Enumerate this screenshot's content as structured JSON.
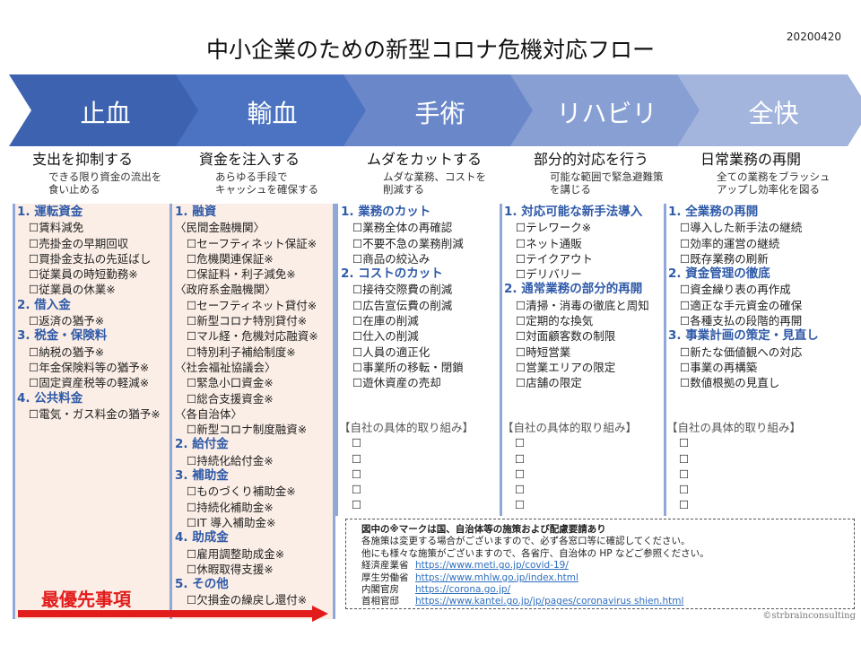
{
  "title": "中小企業のための新型コロナ危機対応フロー",
  "date": "20200420",
  "colors": {
    "chevrons": [
      "#3d63b0",
      "#4b73c1",
      "#6a88c9",
      "#879fd3",
      "#a3b4dd"
    ],
    "heading": "#2f5aa8",
    "priority": "#e21b1b"
  },
  "phases": [
    {
      "label": "止血",
      "title": "支出を抑制する",
      "subtitle": [
        "できる限り資金の流出を",
        "食い止める"
      ]
    },
    {
      "label": "輸血",
      "title": "資金を注入する",
      "subtitle": [
        "あらゆる手段で",
        "キャッシュを確保する"
      ]
    },
    {
      "label": "手術",
      "title": "ムダをカットする",
      "subtitle": [
        "ムダな業務、コストを",
        "削減する"
      ]
    },
    {
      "label": "リハビリ",
      "title": "部分的対応を行う",
      "subtitle": [
        "可能な範囲で緊急避難策",
        "を講じる"
      ]
    },
    {
      "label": "全快",
      "title": "日常業務の再開",
      "subtitle": [
        "全ての業務をブラッシュ",
        "アップし効率化を図る"
      ]
    }
  ],
  "columns": [
    [
      {
        "t": "h",
        "text": "1. 運転資金"
      },
      {
        "t": "i",
        "text": "☐賃料減免"
      },
      {
        "t": "i",
        "text": "☐売掛金の早期回収"
      },
      {
        "t": "i",
        "text": "☐買掛金支払の先延ばし"
      },
      {
        "t": "i",
        "text": "☐従業員の時短勤務※"
      },
      {
        "t": "i",
        "text": "☐従業員の休業※"
      },
      {
        "t": "h",
        "text": "2. 借入金"
      },
      {
        "t": "i",
        "text": "☐返済の猶予※"
      },
      {
        "t": "h",
        "text": "3. 税金・保険料"
      },
      {
        "t": "i",
        "text": "☐納税の猶予※"
      },
      {
        "t": "i",
        "text": "☐年金保険料等の猶予※"
      },
      {
        "t": "i",
        "text": "☐固定資産税等の軽減※"
      },
      {
        "t": "h",
        "text": "4. 公共料金"
      },
      {
        "t": "i",
        "text": "☐電気・ガス料金の猶予※"
      }
    ],
    [
      {
        "t": "h",
        "text": "1. 融資"
      },
      {
        "t": "g",
        "text": "〈民間金融機関〉"
      },
      {
        "t": "ii",
        "text": "☐セーフティネット保証※"
      },
      {
        "t": "ii",
        "text": "☐危機関連保証※"
      },
      {
        "t": "ii",
        "text": "☐保証料・利子減免※"
      },
      {
        "t": "g",
        "text": "〈政府系金融機関〉"
      },
      {
        "t": "ii",
        "text": "☐セーフティネット貸付※"
      },
      {
        "t": "ii",
        "text": "☐新型コロナ特別貸付※"
      },
      {
        "t": "ii",
        "text": "☐マル経・危機対応融資※"
      },
      {
        "t": "ii",
        "text": "☐特別利子補給制度※"
      },
      {
        "t": "g",
        "text": "〈社会福祉協議会〉"
      },
      {
        "t": "ii",
        "text": "☐緊急小口資金※"
      },
      {
        "t": "ii",
        "text": "☐総合支援資金※"
      },
      {
        "t": "g",
        "text": "〈各自治体〉"
      },
      {
        "t": "ii",
        "text": "☐新型コロナ制度融資※"
      },
      {
        "t": "h",
        "text": "2. 給付金"
      },
      {
        "t": "ii",
        "text": "☐持続化給付金※"
      },
      {
        "t": "h",
        "text": "3. 補助金"
      },
      {
        "t": "i",
        "text": "☐ものづくり補助金※"
      },
      {
        "t": "i",
        "text": "☐持続化補助金※"
      },
      {
        "t": "i",
        "text": "☐IT 導入補助金※"
      },
      {
        "t": "h",
        "text": "4. 助成金"
      },
      {
        "t": "i",
        "text": "☐雇用調整助成金※"
      },
      {
        "t": "i",
        "text": "☐休暇取得支援※"
      },
      {
        "t": "h",
        "text": "5. その他"
      },
      {
        "t": "i",
        "text": "☐欠損金の繰戻し還付※"
      }
    ],
    [
      {
        "t": "h",
        "text": "1. 業務のカット"
      },
      {
        "t": "i",
        "text": "☐業務全体の再確認"
      },
      {
        "t": "i",
        "text": "☐不要不急の業務削減"
      },
      {
        "t": "i",
        "text": "☐商品の絞込み"
      },
      {
        "t": "h",
        "text": "2. コストのカット"
      },
      {
        "t": "i",
        "text": "☐接待交際費の削減"
      },
      {
        "t": "i",
        "text": "☐広告宣伝費の削減"
      },
      {
        "t": "i",
        "text": "☐在庫の削減"
      },
      {
        "t": "i",
        "text": "☐仕入の削減"
      },
      {
        "t": "i",
        "text": "☐人員の適正化"
      },
      {
        "t": "i",
        "text": "☐事業所の移転・閉鎖"
      },
      {
        "t": "i",
        "text": "☐遊休資産の売却"
      }
    ],
    [
      {
        "t": "h",
        "text": "1. 対応可能な新手法導入"
      },
      {
        "t": "i",
        "text": "☐テレワーク※"
      },
      {
        "t": "i",
        "text": "☐ネット通販"
      },
      {
        "t": "i",
        "text": "☐テイクアウト"
      },
      {
        "t": "i",
        "text": "☐デリバリー"
      },
      {
        "t": "h",
        "text": "2. 通常業務の部分的再開"
      },
      {
        "t": "i",
        "text": "☐清掃・消毒の徹底と周知"
      },
      {
        "t": "i",
        "text": "☐定期的な換気"
      },
      {
        "t": "i",
        "text": "☐対面顧客数の制限"
      },
      {
        "t": "i",
        "text": "☐時短営業"
      },
      {
        "t": "i",
        "text": "☐営業エリアの限定"
      },
      {
        "t": "i",
        "text": "☐店舗の限定"
      }
    ],
    [
      {
        "t": "h",
        "text": "1. 全業務の再開"
      },
      {
        "t": "i",
        "text": "☐導入した新手法の継続"
      },
      {
        "t": "i",
        "text": "☐効率的運営の継続"
      },
      {
        "t": "i",
        "text": "☐既存業務の刷新"
      },
      {
        "t": "h",
        "text": "2. 資金管理の徹底"
      },
      {
        "t": "i",
        "text": "☐資金繰り表の再作成"
      },
      {
        "t": "i",
        "text": "☐適正な手元資金の確保"
      },
      {
        "t": "i",
        "text": "☐各種支払の段階的再開"
      },
      {
        "t": "h",
        "text": "3. 事業計画の策定・見直し"
      },
      {
        "t": "i",
        "text": "☐新たな価値観への対応"
      },
      {
        "t": "i",
        "text": "☐事業の再構築"
      },
      {
        "t": "i",
        "text": "☐数値根拠の見直し"
      }
    ]
  ],
  "own_efforts": {
    "heading": "【自社の具体的取り組み】",
    "box": "☐"
  },
  "priority_label": "最優先事項",
  "note": {
    "lines": [
      "図中の※マークは国、自治体等の施策および配慮要請あり",
      "各施策は変更する場合がございますので、必ず各窓口等に確認してください。",
      "他にも様々な施策がございますので、各省庁、自治体の HP などご参照ください。"
    ],
    "links": [
      {
        "name": "経済産業省",
        "url": "https://www.meti.go.jp/covid-19/"
      },
      {
        "name": "厚生労働省",
        "url": "https://www.mhlw.go.jp/index.html"
      },
      {
        "name": "内閣官房",
        "url": "https://corona.go.jp/"
      },
      {
        "name": "首相官邸",
        "url": "https://www.kantei.go.jp/jp/pages/coronavirus shien.html"
      }
    ]
  },
  "copyright": "©strbrainconsulting"
}
